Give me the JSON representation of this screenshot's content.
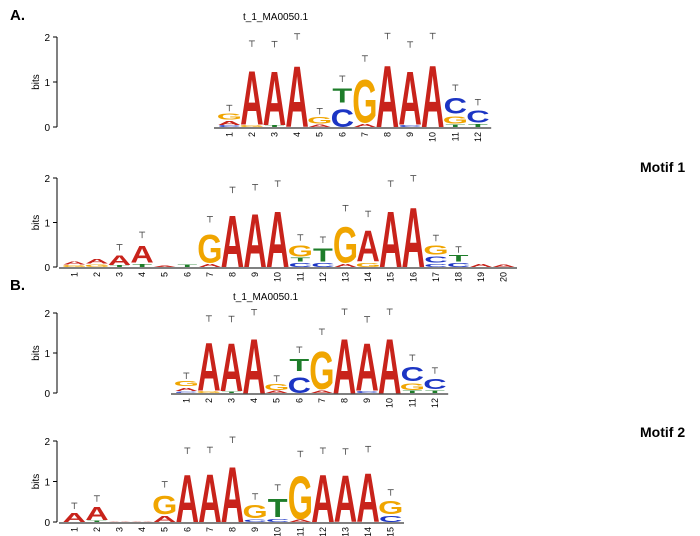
{
  "colors": {
    "A": "#c8231b",
    "C": "#1c35c4",
    "G": "#f0a500",
    "T": "#1e7d2a"
  },
  "panels": [
    {
      "label": "A.",
      "motif_title": "t_1_MA0050.1",
      "ylabel": "bits",
      "ylim": [
        0,
        2
      ],
      "yticks": [
        "0",
        "1",
        "2"
      ],
      "positions": [
        "1",
        "2",
        "3",
        "4",
        "5",
        "6",
        "7",
        "8",
        "9",
        "10",
        "11",
        "12"
      ],
      "columns": [
        [
          [
            "C",
            0.05
          ],
          [
            "A",
            0.12
          ],
          [
            "G",
            0.18
          ]
        ],
        [
          [
            "G",
            0.06
          ],
          [
            "A",
            1.72
          ]
        ],
        [
          [
            "T",
            0.05
          ],
          [
            "A",
            1.72
          ]
        ],
        [
          [
            "A",
            1.94
          ]
        ],
        [
          [
            "A",
            0.08
          ],
          [
            "G",
            0.2
          ]
        ],
        [
          [
            "C",
            0.55
          ],
          [
            "T",
            0.45
          ]
        ],
        [
          [
            "A",
            0.1
          ],
          [
            "G",
            1.35
          ]
        ],
        [
          [
            "A",
            1.95
          ]
        ],
        [
          [
            "C",
            0.06
          ],
          [
            "A",
            1.7
          ]
        ],
        [
          [
            "A",
            1.95
          ]
        ],
        [
          [
            "T",
            0.08
          ],
          [
            "G",
            0.22
          ],
          [
            "C",
            0.5
          ]
        ],
        [
          [
            "T",
            0.1
          ],
          [
            "C",
            0.38
          ]
        ]
      ]
    },
    {
      "label": "",
      "motif_title": "",
      "motif_name": "Motif 1",
      "ylabel": "bits",
      "ylim": [
        0,
        2
      ],
      "yticks": [
        "0",
        "1",
        "2"
      ],
      "positions": [
        "1",
        "2",
        "3",
        "4",
        "5",
        "6",
        "7",
        "8",
        "9",
        "10",
        "11",
        "12",
        "13",
        "14",
        "15",
        "16",
        "17",
        "18",
        "19",
        "20"
      ],
      "columns": [
        [
          [
            "G",
            0.06
          ],
          [
            "A",
            0.1
          ]
        ],
        [
          [
            "G",
            0.08
          ],
          [
            "A",
            0.15
          ]
        ],
        [
          [
            "T",
            0.05
          ],
          [
            "A",
            0.32
          ]
        ],
        [
          [
            "T",
            0.1
          ],
          [
            "A",
            0.55
          ]
        ],
        [
          [
            "A",
            0.04
          ]
        ],
        [
          [
            "T",
            0.08
          ]
        ],
        [
          [
            "A",
            0.1
          ],
          [
            "G",
            0.9
          ]
        ],
        [
          [
            "A",
            1.66
          ]
        ],
        [
          [
            "A",
            1.72
          ]
        ],
        [
          [
            "A",
            1.8
          ]
        ],
        [
          [
            "C",
            0.12
          ],
          [
            "T",
            0.12
          ],
          [
            "G",
            0.35
          ]
        ],
        [
          [
            "C",
            0.12
          ],
          [
            "T",
            0.42
          ]
        ],
        [
          [
            "A",
            0.1
          ],
          [
            "G",
            1.15
          ]
        ],
        [
          [
            "G",
            0.12
          ],
          [
            "A",
            1.0
          ]
        ],
        [
          [
            "A",
            1.8
          ]
        ],
        [
          [
            "A",
            1.92
          ]
        ],
        [
          [
            "C",
            0.1
          ],
          [
            "C",
            0.18
          ],
          [
            "G",
            0.3
          ]
        ],
        [
          [
            "C",
            0.12
          ],
          [
            "T",
            0.2
          ]
        ],
        [
          [
            "A",
            0.1
          ]
        ],
        [
          [
            "A",
            0.08
          ]
        ]
      ]
    },
    {
      "label": "B.",
      "motif_title": "t_1_MA0050.1",
      "ylabel": "bits",
      "ylim": [
        0,
        2
      ],
      "yticks": [
        "0",
        "1",
        "2"
      ],
      "positions": [
        "1",
        "2",
        "3",
        "4",
        "5",
        "6",
        "7",
        "8",
        "9",
        "10",
        "11",
        "12"
      ],
      "columns": [
        [
          [
            "C",
            0.05
          ],
          [
            "A",
            0.12
          ],
          [
            "G",
            0.18
          ]
        ],
        [
          [
            "G",
            0.06
          ],
          [
            "A",
            1.72
          ]
        ],
        [
          [
            "T",
            0.05
          ],
          [
            "A",
            1.72
          ]
        ],
        [
          [
            "A",
            1.94
          ]
        ],
        [
          [
            "A",
            0.08
          ],
          [
            "G",
            0.2
          ]
        ],
        [
          [
            "C",
            0.55
          ],
          [
            "T",
            0.45
          ]
        ],
        [
          [
            "A",
            0.1
          ],
          [
            "G",
            1.35
          ]
        ],
        [
          [
            "A",
            1.95
          ]
        ],
        [
          [
            "C",
            0.06
          ],
          [
            "A",
            1.7
          ]
        ],
        [
          [
            "A",
            1.95
          ]
        ],
        [
          [
            "T",
            0.08
          ],
          [
            "G",
            0.22
          ],
          [
            "C",
            0.5
          ]
        ],
        [
          [
            "T",
            0.1
          ],
          [
            "C",
            0.38
          ]
        ]
      ]
    },
    {
      "label": "",
      "motif_title": "",
      "motif_name": "Motif 2",
      "ylabel": "bits",
      "ylim": [
        0,
        2
      ],
      "yticks": [
        "0",
        "1",
        "2"
      ],
      "positions": [
        "1",
        "2",
        "3",
        "4",
        "5",
        "6",
        "7",
        "8",
        "9",
        "10",
        "11",
        "12",
        "13",
        "14",
        "15"
      ],
      "columns": [
        [
          [
            "A",
            0.32
          ]
        ],
        [
          [
            "T",
            0.05
          ],
          [
            "A",
            0.45
          ]
        ],
        [
          [
            "A",
            0.03
          ]
        ],
        [
          [
            "A",
            0.03
          ]
        ],
        [
          [
            "A",
            0.2
          ],
          [
            "G",
            0.65
          ]
        ],
        [
          [
            "A",
            1.68
          ]
        ],
        [
          [
            "A",
            1.7
          ]
        ],
        [
          [
            "A",
            1.95
          ]
        ],
        [
          [
            "C",
            0.1
          ],
          [
            "G",
            0.45
          ]
        ],
        [
          [
            "C",
            0.12
          ],
          [
            "T",
            0.65
          ]
        ],
        [
          [
            "A",
            0.08
          ],
          [
            "G",
            1.52
          ]
        ],
        [
          [
            "A",
            1.68
          ]
        ],
        [
          [
            "A",
            1.66
          ]
        ],
        [
          [
            "A",
            1.72
          ]
        ],
        [
          [
            "C",
            0.2
          ],
          [
            "G",
            0.45
          ]
        ]
      ]
    }
  ]
}
